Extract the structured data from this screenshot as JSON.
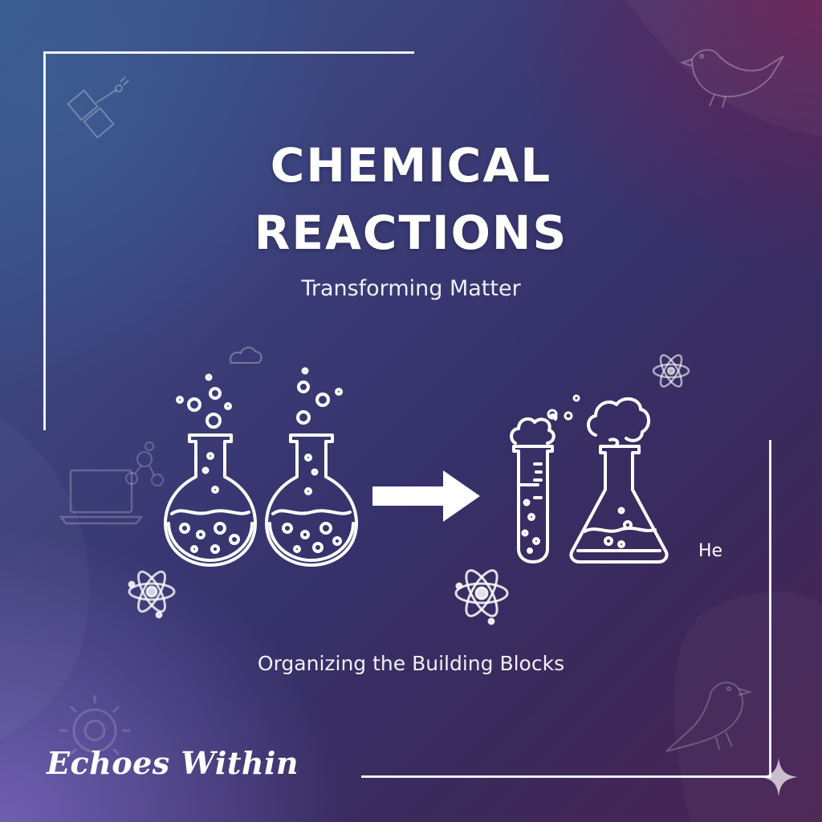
{
  "poster": {
    "title_line_1": "CHEMICAL",
    "title_line_2": "REACTIONS",
    "subtitle": "Transforming Matter",
    "caption": "Organizing the Building Blocks",
    "element_symbol": "He",
    "brand": "Echoes Within"
  },
  "icons": {
    "reactants": [
      "round-flask-icon",
      "round-flask-icon"
    ],
    "arrow": "reaction-arrow-icon",
    "products": [
      "test-tube-icon",
      "erlenmeyer-flask-icon"
    ],
    "decorations": [
      "satellite-icon",
      "bird-icon",
      "cloud-icon",
      "laptop-icon",
      "molecule-icon",
      "atom-icon",
      "sun-icon",
      "sparkle-icon"
    ]
  },
  "colors": {
    "background_top_left": "#3a5a8c",
    "background_center": "#36316a",
    "background_top_right": "#4a2352",
    "background_bottom_left": "#7a6cc0",
    "foreground": "#ffffff"
  }
}
